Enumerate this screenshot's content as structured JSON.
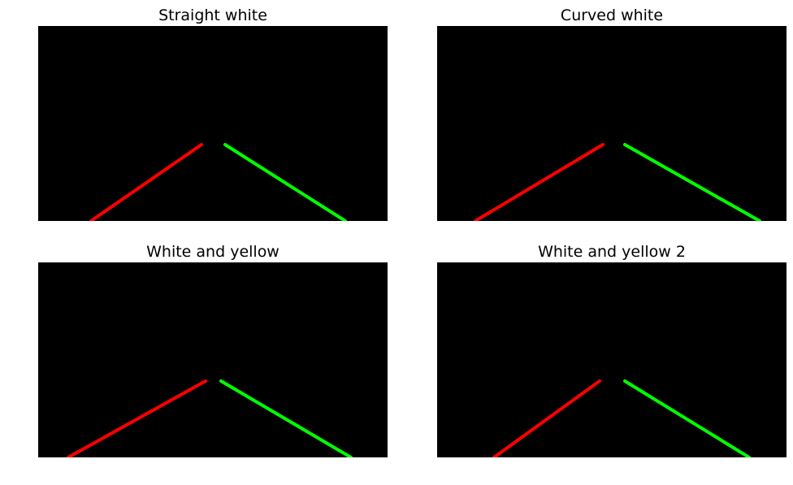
{
  "figure": {
    "background": "#ffffff",
    "image_background": "#000000",
    "left_line_color": "#ff0000",
    "right_line_color": "#00ff00"
  },
  "panels": [
    {
      "title": "Straight white"
    },
    {
      "title": "Curved white"
    },
    {
      "title": "White and yellow"
    },
    {
      "title": "White and yellow 2"
    }
  ]
}
